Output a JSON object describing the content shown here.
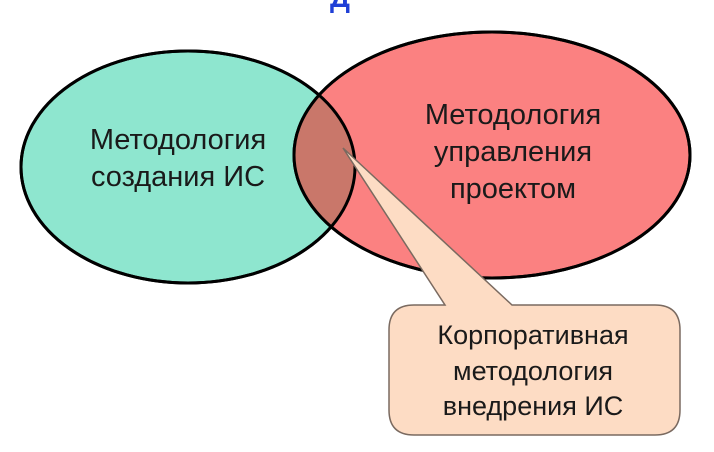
{
  "top_fragment": "Д",
  "circles": {
    "left": {
      "label_lines": [
        "Методология",
        "создания ИС"
      ],
      "fill": "#8ee6cf"
    },
    "right": {
      "label_lines": [
        "Методология",
        "управления",
        "проектом"
      ],
      "fill": "#fb8181"
    },
    "intersection_fill": "#c9776a",
    "outline": "#000000"
  },
  "callout": {
    "label_lines": [
      "Корпоративная",
      "методология",
      "внедрения ИС"
    ],
    "fill": "#fddcc4",
    "outline": "#7a6a60"
  }
}
